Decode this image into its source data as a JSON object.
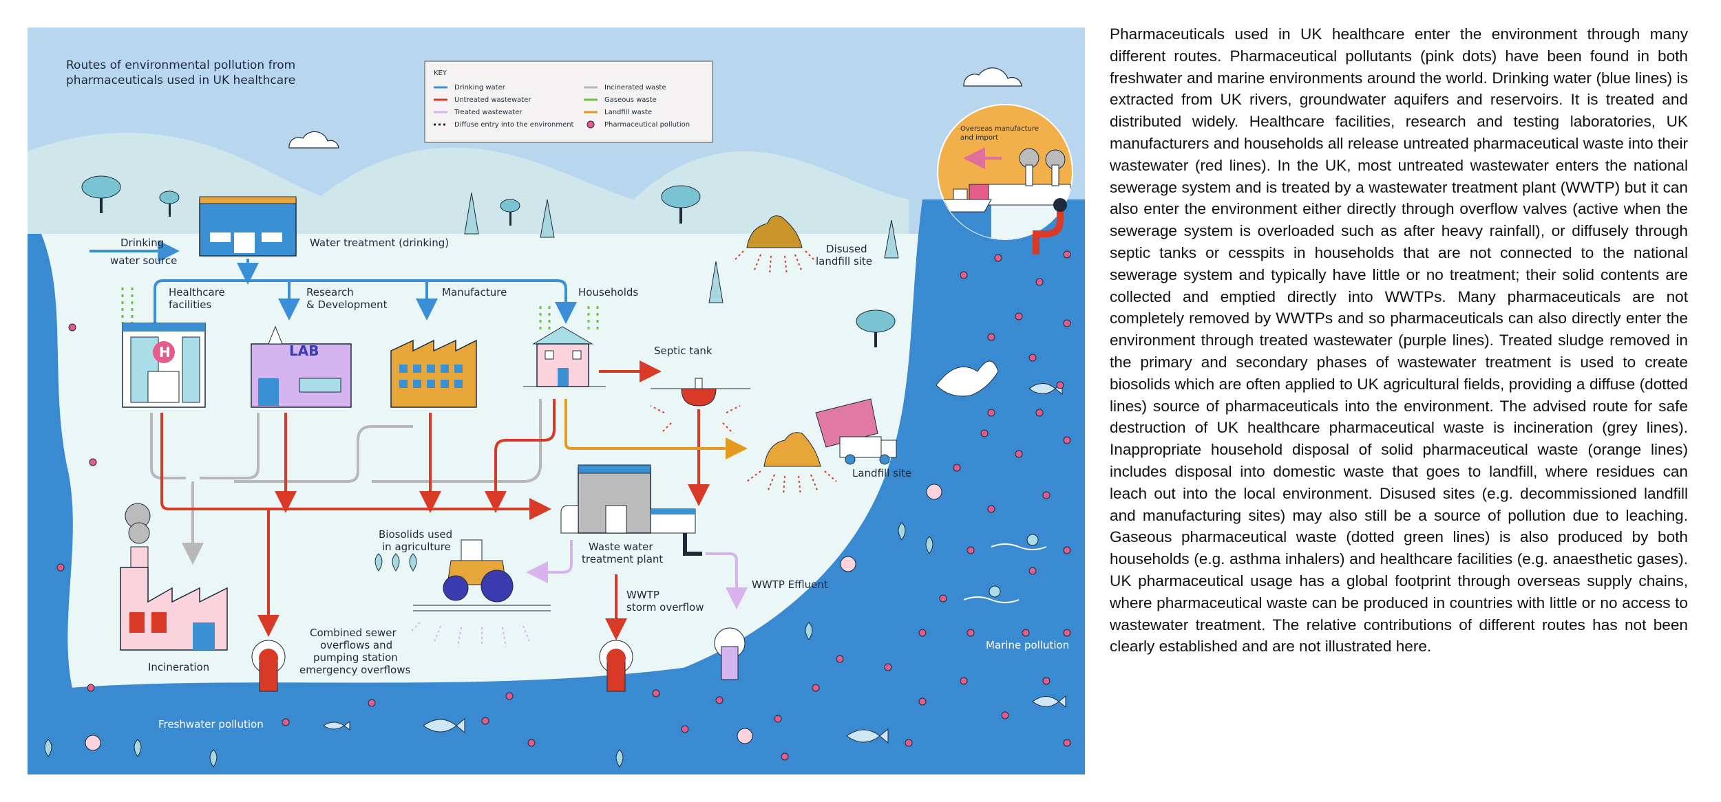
{
  "diagram": {
    "title_line1": "Routes of environmental pollution from",
    "title_line2": "pharmaceuticals used in UK healthcare",
    "key": {
      "heading": "KEY",
      "items": [
        {
          "label": "Drinking water",
          "color": "#3a8fd6",
          "style": "line"
        },
        {
          "label": "Untreated wastewater",
          "color": "#d93a28",
          "style": "line"
        },
        {
          "label": "Treated wastewater",
          "color": "#d9b3ec",
          "style": "line"
        },
        {
          "label": "Diffuse entry into the environment",
          "color": "#222222",
          "style": "dots"
        },
        {
          "label": "Incinerated waste",
          "color": "#b8b8b8",
          "style": "line"
        },
        {
          "label": "Gaseous waste",
          "color": "#6cc04a",
          "style": "line"
        },
        {
          "label": "Landfill waste",
          "color": "#e39a1e",
          "style": "line"
        },
        {
          "label": "Pharmaceutical pollution",
          "color": "#e55b8a",
          "style": "dot"
        }
      ]
    },
    "labels": {
      "drinking_source_1": "Drinking",
      "drinking_source_2": "water source",
      "water_treatment": "Water treatment (drinking)",
      "healthcare_1": "Healthcare",
      "healthcare_2": "facilities",
      "research_1": "Research",
      "research_2": "& Development",
      "manufacture": "Manufacture",
      "households": "Households",
      "septic_tank": "Septic tank",
      "disused_1": "Disused",
      "disused_2": "landfill site",
      "overseas_1": "Overseas manufacture",
      "overseas_2": "and import",
      "landfill_site": "Landfill site",
      "biosolids_1": "Biosolids used",
      "biosolids_2": "in agriculture",
      "wwtp_1": "Waste water",
      "wwtp_2": "treatment plant",
      "wwtp_effluent": "WWTP Effluent",
      "storm_1": "WWTP",
      "storm_2": "storm overflow",
      "combined_1": "Combined sewer",
      "combined_2": "overflows and",
      "combined_3": "pumping station",
      "combined_4": "emergency overflows",
      "incineration": "Incineration",
      "freshwater": "Freshwater pollution",
      "marine": "Marine pollution",
      "lab": "LAB",
      "hospital_h": "H"
    }
  },
  "description": "Pharmaceuticals used in UK healthcare enter the environment through many different routes. Pharmaceutical pollutants (pink dots) have been found in both freshwater and marine environments around the world.   Drinking water (blue lines) is extracted from UK rivers, groundwater aquifers and reservoirs. It is treated and distributed widely. Healthcare facilities, research and testing laboratories, UK manufacturers and households all release untreated pharmaceutical waste into their wastewater (red lines).  In the UK, most untreated wastewater enters the national sewerage system and is treated by a wastewater treatment plant (WWTP) but it can also enter the environment either directly through overflow valves (active when the sewerage system is overloaded such as after heavy rainfall), or diffusely through septic tanks or cesspits in households that are not connected to the national sewerage system and typically have little or no treatment; their solid contents are collected and emptied directly into WWTPs.  Many pharmaceuticals are not completely removed by WWTPs and so pharmaceuticals can also directly enter the environment through treated wastewater (purple lines). Treated sludge removed in the primary and secondary phases of wastewater treatment is used to create biosolids which are often applied to UK agricultural fields, providing a diffuse (dotted lines) source of pharmaceuticals into the environment. The advised route for safe destruction of UK healthcare pharmaceutical waste is incineration (grey lines). Inappropriate household disposal of solid pharmaceutical waste (orange lines) includes disposal into domestic waste that goes to landfill, where residues can leach out into the local environment. Disused sites (e.g. decommissioned landfill and manufacturing sites) may also still be a source of pollution due to leaching. Gaseous pharmaceutical waste (dotted green lines) is also produced by both households (e.g. asthma inhalers) and healthcare facilities (e.g. anaesthetic gases). UK pharmaceutical usage has a global footprint through overseas supply chains, where pharmaceutical waste can be produced in countries with little or no access to wastewater treatment.  The relative contributions of different routes has not been clearly established and are not illustrated here."
}
